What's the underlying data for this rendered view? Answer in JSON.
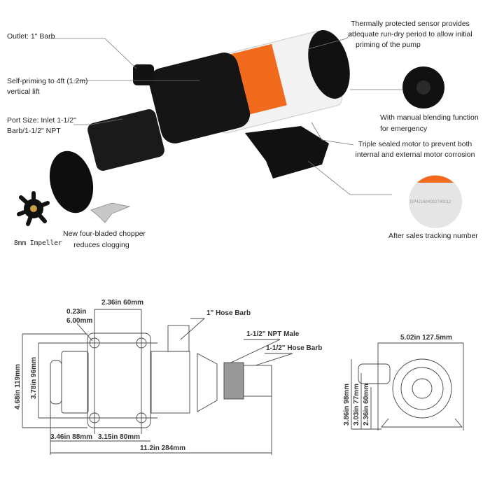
{
  "callouts": {
    "outlet": "Outlet: 1\" Barb",
    "self_priming_1": "Self-priming to 4ft (1.2m)",
    "self_priming_2": "vertical lift",
    "port_1": "Port Size: Inlet 1-1/2\"",
    "port_2": "Barb/1-1/2\" NPT",
    "impeller": "8mm Impeller",
    "chopper_1": "New four-bladed chopper",
    "chopper_2": "reduces clogging",
    "thermal_1": "Thermally protected sensor provides",
    "thermal_2": "adequate run-dry period to allow initial",
    "thermal_3": "priming of the pump",
    "blending_1": "With manual blending function",
    "blending_2": "for emergency",
    "sealed_1": "Triple sealed motor to prevent both",
    "sealed_2": "internal and external motor corrosion",
    "tracking": "After sales tracking number",
    "tracking_code": "DP421604002740012"
  },
  "side_drawing": {
    "bolt_spacing": "2.36in 60mm",
    "hole_in": "0.23in",
    "hole_mm": "6.00mm",
    "hose_barb_1": "1\" Hose Barb",
    "npt_male": "1-1/2\" NPT Male",
    "hose_barb_15": "1-1/2\" Hose Barb",
    "height_outer": "4.68in 119mm",
    "height_inner": "3.78in 96mm",
    "motor_len": "3.46in 88mm",
    "base_len": "3.15in 80mm",
    "total_len": "11.2in 284mm"
  },
  "end_drawing": {
    "width": "5.02in 127.5mm",
    "h1": "3.86in 98mm",
    "h2": "3.03in 77mm",
    "h3": "2.36in 60mm"
  },
  "colors": {
    "accent": "#f26a1b",
    "body": "#111111",
    "motor": "#f2f2f2"
  }
}
